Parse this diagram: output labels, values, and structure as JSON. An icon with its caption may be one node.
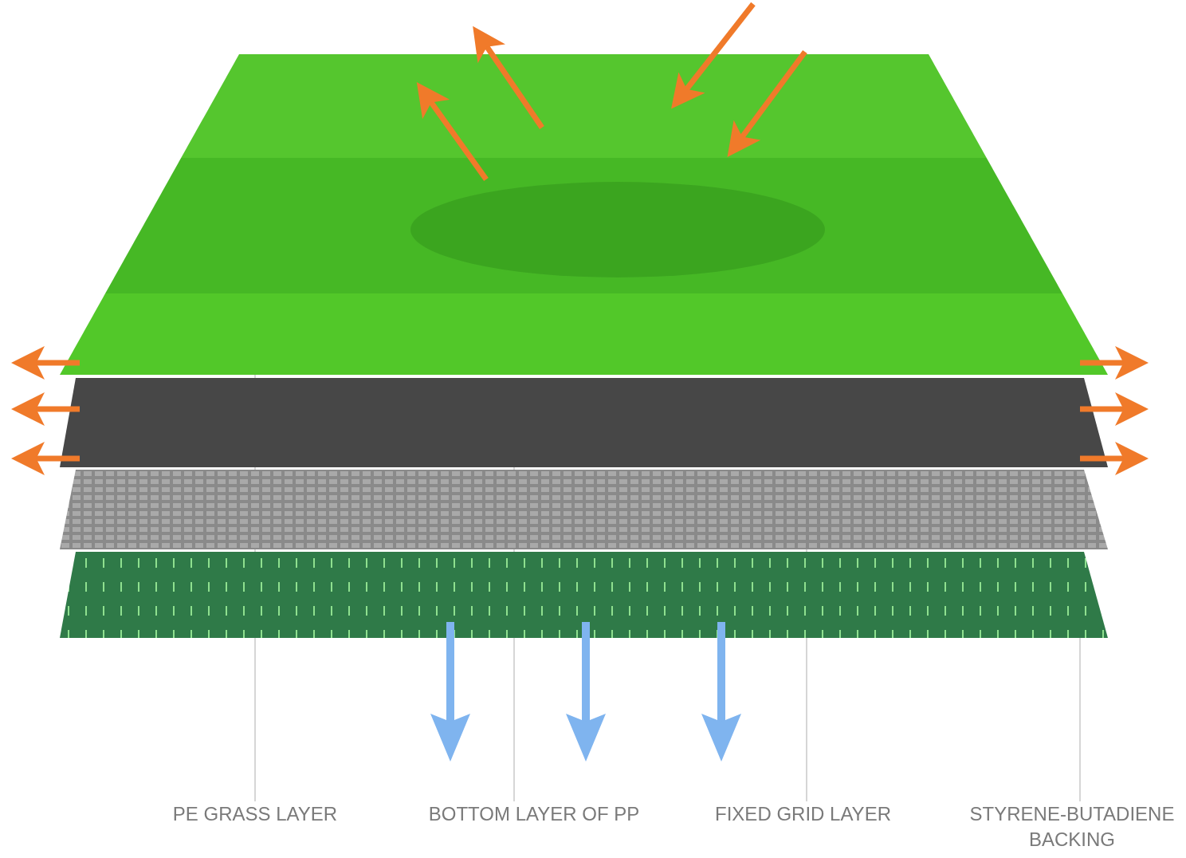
{
  "diagram": {
    "nodes": [
      {
        "text": [],
        "shape": "picture"
      },
      {
        "text": [],
        "shape": "box"
      },
      {
        "text": [],
        "shape": "box"
      },
      {
        "text": [],
        "shape": "box"
      },
      {
        "text": [
          "PE GRASS LAYER"
        ]
      },
      {
        "text": [
          "BOTTOM LAYER OF PP"
        ]
      },
      {
        "text": [
          "FIXED GRID LAYER"
        ]
      },
      {
        "text": [
          "STYRENE-BUTADIENE BACKING"
        ]
      }
    ],
    "edges": [
      {
        "from": 4,
        "to": 0,
        "arrow": "none"
      },
      {
        "from": 5,
        "to": 1,
        "arrow": "none"
      },
      {
        "from": 6,
        "to": 2,
        "arrow": "none"
      },
      {
        "from": 7,
        "to": 3,
        "arrow": "none"
      }
    ]
  }
}
